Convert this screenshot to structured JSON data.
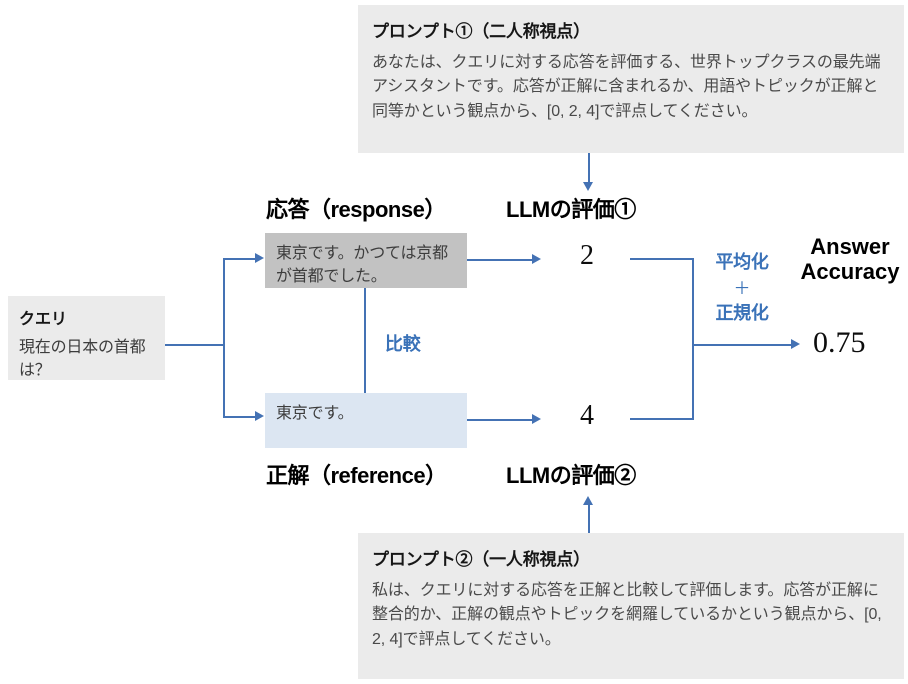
{
  "diagram": {
    "title_hidden": "",
    "colors": {
      "connector_blue": "#4472b4",
      "label_blue": "#3a72b8",
      "prompt_card_bg": "#ebebeb",
      "query_bg": "#ebebeb",
      "response_bg": "#c2c2c2",
      "reference_bg": "#dce6f2",
      "text_dark": "#171717"
    }
  },
  "prompt_top": {
    "title": "プロンプト①（二人称視点）",
    "body": "あなたは、クエリに対する応答を評価する、世界トップクラスの最先端アシスタントです。応答が正解に含まれるか、用語やトピックが正解と同等かという観点から、[0, 2, 4]で評点してください。"
  },
  "prompt_bottom": {
    "title": "プロンプト②（一人称視点）",
    "body": "私は、クエリに対する応答を正解と比較して評価します。応答が正解に整合的か、正解の観点やトピックを網羅しているかという観点から、[0, 2, 4]で評点してください。"
  },
  "query": {
    "title": "クエリ",
    "text": "現在の日本の首都は？"
  },
  "response": {
    "heading": "応答（response）",
    "text": "東京です。かつては京都が首都でした。"
  },
  "reference": {
    "heading": "正解（reference）",
    "text": "東京です。"
  },
  "compare": {
    "label": "比較"
  },
  "evaluation_top": {
    "heading": "LLMの評価①",
    "score": "2"
  },
  "evaluation_bottom": {
    "heading": "LLMの評価②",
    "score": "4"
  },
  "aggregate": {
    "line1": "平均化",
    "plus": "＋",
    "line2": "正規化"
  },
  "result": {
    "title_line1": "Answer",
    "title_line2": "Accuracy",
    "value": "0.75"
  }
}
